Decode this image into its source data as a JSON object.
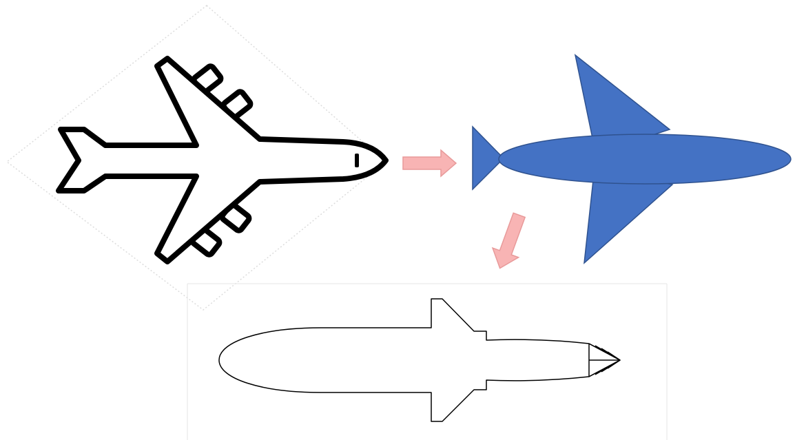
{
  "diagram": {
    "steps": [
      {
        "id": "step-1",
        "depiction": "airplane-outline-icon"
      },
      {
        "id": "step-2",
        "depiction": "airplane-filled-shape"
      },
      {
        "id": "step-3",
        "depiction": "airplane-line-drawing"
      }
    ],
    "transitions": [
      {
        "from": "step-1",
        "to": "step-2"
      },
      {
        "from": "step-2",
        "to": "step-3"
      }
    ]
  },
  "colors": {
    "filled_shape": "#4472C4",
    "filled_shape_stroke": "#2F528F",
    "arrow_fill": "#F8B4B4",
    "arrow_stroke": "#E89A9A",
    "outline_stroke": "#000000"
  }
}
